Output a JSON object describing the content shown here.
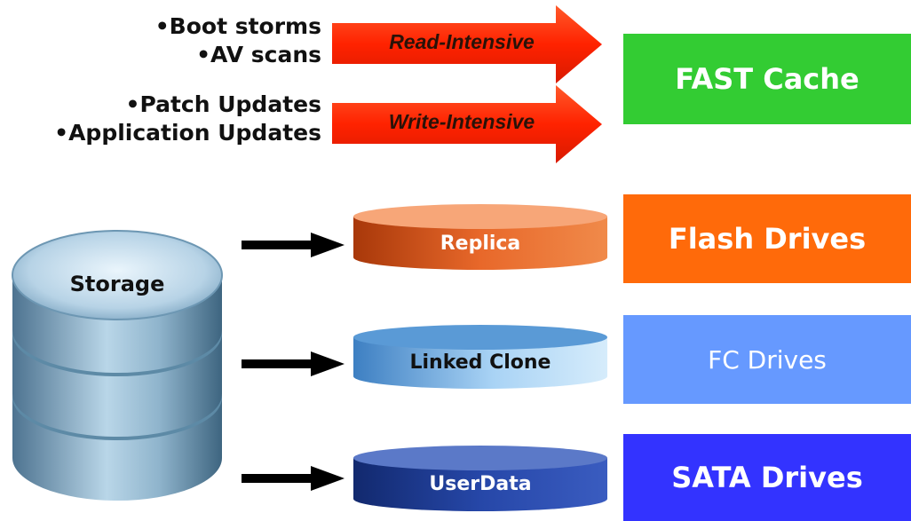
{
  "workloads": {
    "read": [
      "•Boot storms",
      "•AV scans"
    ],
    "write": [
      "•Patch Updates",
      "•Application Updates"
    ]
  },
  "arrows": {
    "read_label": "Read-Intensive",
    "write_label": "Write-Intensive",
    "color": "#ff2a0e"
  },
  "storage": {
    "label": "Storage"
  },
  "disks": [
    {
      "label": "Replica",
      "color": "#e8601a"
    },
    {
      "label": "Linked Clone",
      "color": "#6aaee6"
    },
    {
      "label": "UserData",
      "color": "#1e3e9a"
    }
  ],
  "tiers": [
    {
      "label": "FAST Cache",
      "color": "#33cc33"
    },
    {
      "label": "Flash Drives",
      "color": "#ff6a0a"
    },
    {
      "label": "FC Drives",
      "color": "#6699ff"
    },
    {
      "label": "SATA Drives",
      "color": "#3333ff"
    }
  ]
}
